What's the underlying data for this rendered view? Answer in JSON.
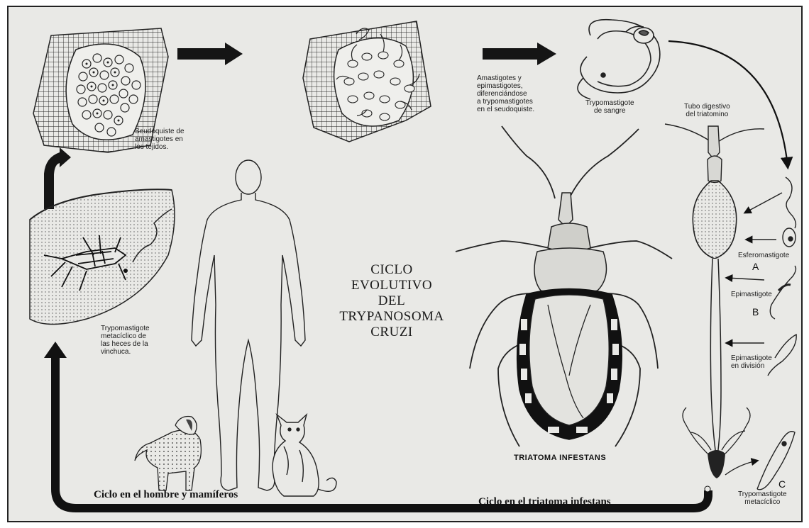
{
  "title": {
    "line1": "CICLO",
    "line2": "EVOLUTIVO",
    "line3": "DEL",
    "line4": "TRYPANOSOMA",
    "line5": "CRUZI"
  },
  "labels": {
    "seudoquiste": "Seudoquiste de\namastigotes en\nlos tejidos.",
    "amastigotes_epimastigotes": "Amastigotes y\nepimastigotes,\ndiferenciándose\na trypomastigotes\nen el seudoquiste.",
    "trypomastigote_sangre": "Trypomastigote\nde sangre",
    "tubo_digestivo": "Tubo digestivo\ndel triatomino",
    "trypomastigote_metaciclico_heces": "Trypomastigote\nmetacíclico de\nlas heces de la\nvinchuca.",
    "esferomastigote": "Esferomastigote",
    "epimastigote": "Epimastigote",
    "epimastigote_division": "Epimastigote\nen división",
    "trypomastigote_metaciclico": "Trypomastigote\nmetacíclico",
    "triatoma": "TRIATOMA INFESTANS",
    "ciclo_hombre": "Ciclo en el hombre y mamíferos",
    "ciclo_triatoma": "Ciclo en el triatoma infestans"
  },
  "stage_letters": {
    "a": "A",
    "b": "B",
    "c": "C"
  },
  "colors": {
    "paper": "#e9e9e6",
    "ink": "#1a1a1a",
    "speckle": "#d6d3cc"
  }
}
